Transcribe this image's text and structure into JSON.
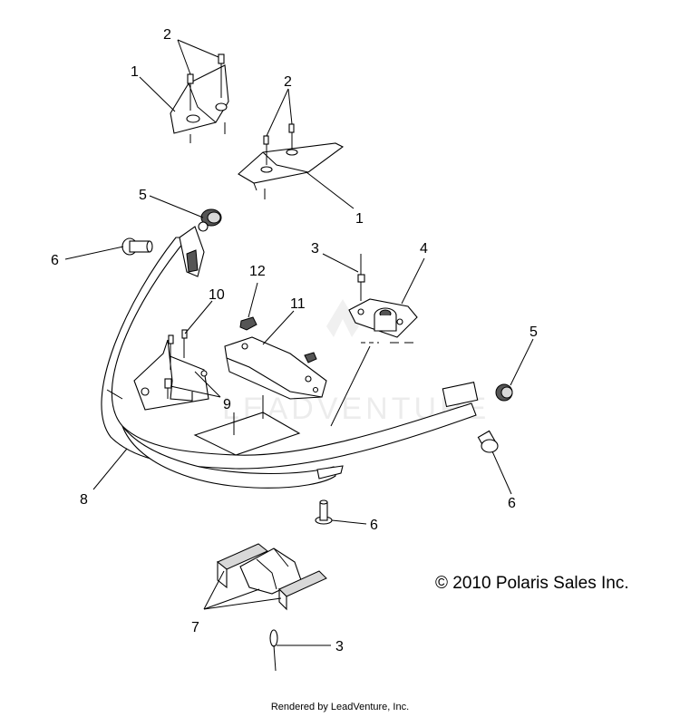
{
  "callouts": {
    "c1a": "1",
    "c1b": "1",
    "c2a": "2",
    "c2b": "2",
    "c3a": "3",
    "c3b": "3",
    "c4": "4",
    "c5a": "5",
    "c5b": "5",
    "c6a": "6",
    "c6b": "6",
    "c6c": "6",
    "c7": "7",
    "c8": "8",
    "c9": "9",
    "c10": "10",
    "c11": "11",
    "c12": "12"
  },
  "copyright": "© 2010 Polaris Sales Inc.",
  "rendered_by": "Rendered by LeadVenture, Inc.",
  "watermark": "LEADVENTURE"
}
